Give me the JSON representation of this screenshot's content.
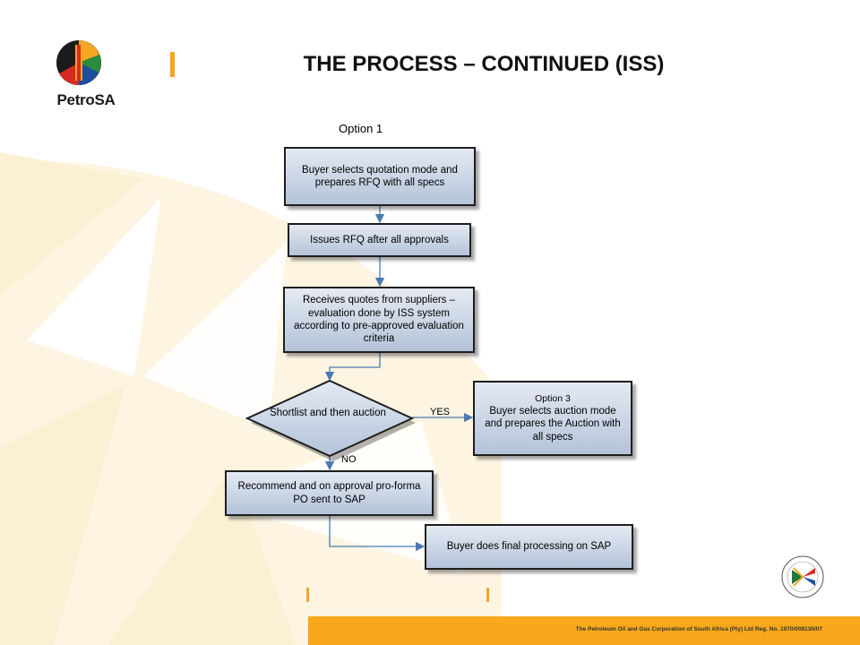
{
  "brand": {
    "logo_text": "PetroSA"
  },
  "slide": {
    "title": "THE PROCESS – CONTINUED (ISS)"
  },
  "flowchart": {
    "option_label": "Option 1",
    "step1": "Buyer selects quotation mode and prepares RFQ with all specs",
    "step2": "Issues RFQ after all approvals",
    "step3": "Receives quotes from suppliers – evaluation done by ISS system according to pre-approved evaluation criteria",
    "decision": "Shortlist and then auction",
    "yes_label": "YES",
    "no_label": "NO",
    "option3_title": "Option 3",
    "option3_text": "Buyer selects auction mode and prepares the Auction with all specs",
    "step4": "Recommend and on approval pro-forma PO sent to SAP",
    "step5": "Buyer does final processing on SAP"
  },
  "footer": {
    "text": "The Petroleum Oil and Gas Corporation of South Africa (Pty) Ltd   Reg. No. 1970/008130/07"
  },
  "colors": {
    "accent": "#f5a623",
    "footer_bg": "#f7a81b",
    "box_top": "#e4eaf3",
    "box_bottom": "#b4c3d9",
    "connector": "#4a7ab0"
  }
}
